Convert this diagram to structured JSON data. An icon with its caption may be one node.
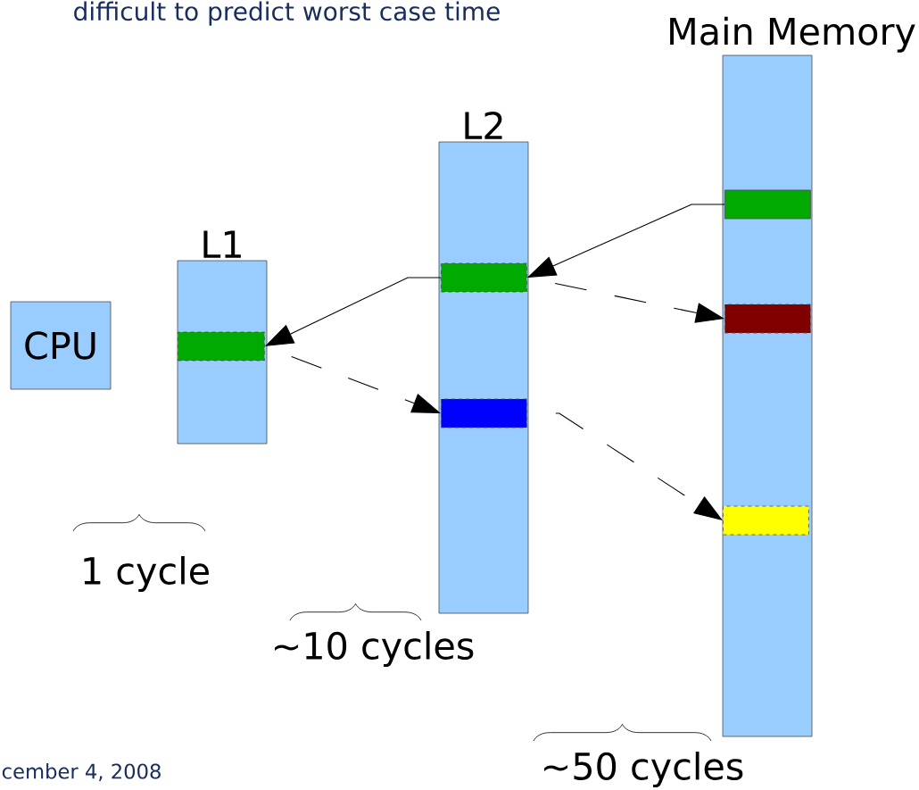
{
  "diagram": {
    "nodes": [
      {
        "text": [
          "CPU"
        ]
      },
      {
        "text": [
          "L1"
        ]
      },
      {
        "text": [],
        "shape": "box",
        "in": 1
      },
      {
        "text": [
          "L2"
        ]
      },
      {
        "text": [],
        "shape": "box",
        "in": 3
      },
      {
        "text": [],
        "shape": "box",
        "in": 3
      },
      {
        "text": [
          "Main Memory"
        ]
      },
      {
        "text": [],
        "shape": "box",
        "in": 6
      },
      {
        "text": [],
        "shape": "box",
        "in": 6
      },
      {
        "text": [],
        "shape": "box",
        "in": 6
      }
    ],
    "edges": [
      {
        "from": 7,
        "to": 4,
        "arrow": "to"
      },
      {
        "from": 4,
        "to": 2,
        "arrow": "to"
      },
      {
        "from": 2,
        "to": 5,
        "arrow": "to",
        "style": "dashed"
      },
      {
        "from": 4,
        "to": 8,
        "arrow": "to",
        "style": "dashed"
      },
      {
        "from": 5,
        "to": 9,
        "arrow": "to",
        "style": "dashed"
      }
    ],
    "labels": [
      "difficult to predict worst case time",
      "1 cycle",
      "~10 cycles",
      "~50 cycles",
      "cember 4, 2008"
    ]
  }
}
